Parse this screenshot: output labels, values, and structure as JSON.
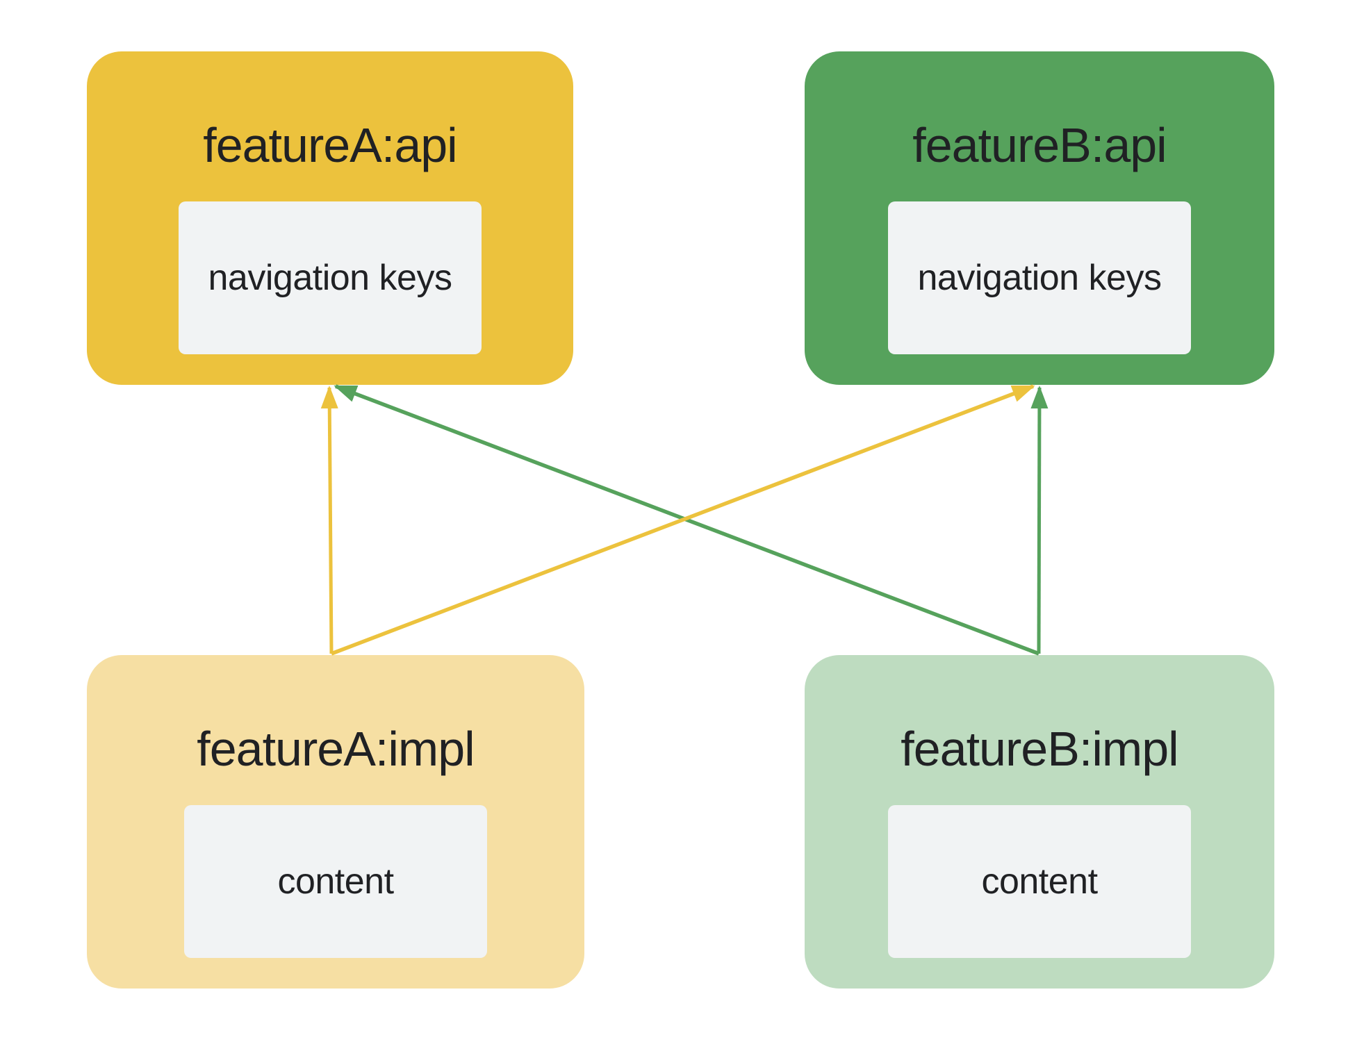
{
  "colors": {
    "gold": "#ECC23D",
    "gold_light": "#F6DFA3",
    "green": "#56A25C",
    "green_light": "#BEDCC0",
    "chip_background": "#F1F3F4",
    "text": "#202124",
    "background": "#FFFFFF"
  },
  "modules": [
    {
      "id": "featureA:api",
      "title": "featureA:api",
      "chip_label": "navigation keys",
      "color_key": "gold"
    },
    {
      "id": "featureB:api",
      "title": "featureB:api",
      "chip_label": "navigation keys",
      "color_key": "green"
    },
    {
      "id": "featureA:impl",
      "title": "featureA:impl",
      "chip_label": "content",
      "color_key": "gold_light"
    },
    {
      "id": "featureB:impl",
      "title": "featureB:impl",
      "chip_label": "content",
      "color_key": "green_light"
    }
  ],
  "dependencies": [
    {
      "from": "featureA:impl",
      "to": "featureA:api",
      "color_key": "gold"
    },
    {
      "from": "featureA:impl",
      "to": "featureB:api",
      "color_key": "gold"
    },
    {
      "from": "featureB:impl",
      "to": "featureB:api",
      "color_key": "green"
    },
    {
      "from": "featureB:impl",
      "to": "featureA:api",
      "color_key": "green"
    }
  ]
}
